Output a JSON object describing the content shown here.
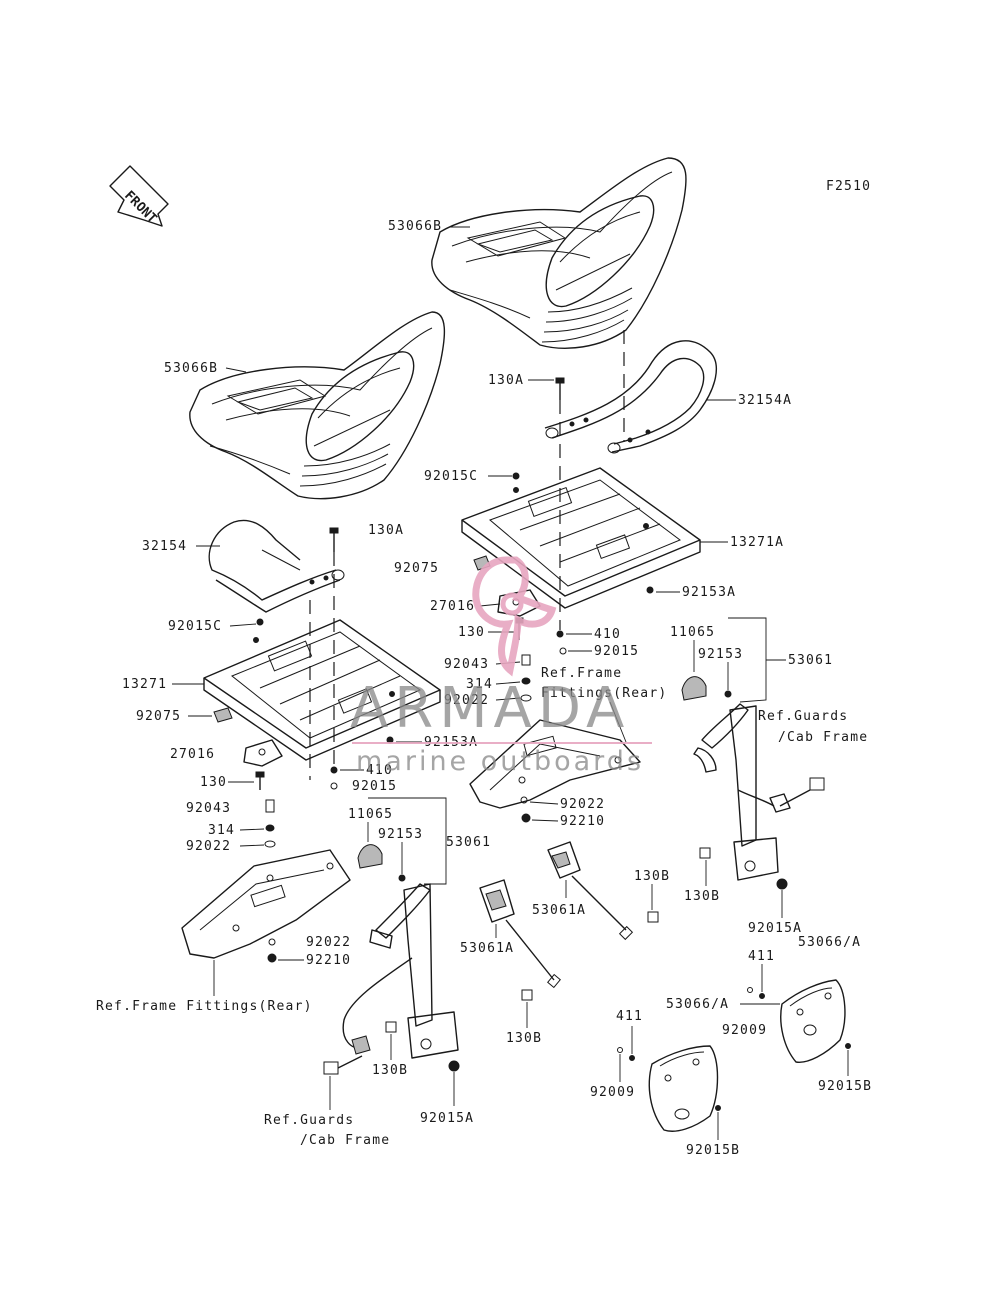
{
  "figure_code": "F2510",
  "front_arrow": "FRONT",
  "watermark": {
    "brand": "ARMADA",
    "tagline": "marine outboards",
    "color": "#e7a6c0"
  },
  "labels": {
    "l_53066B_upper": "53066B",
    "l_53066B_lower": "53066B",
    "l_130A_right": "130A",
    "l_32154A": "32154A",
    "l_92015C_right": "92015C",
    "l_13271A": "13271A",
    "l_130A_left": "130A",
    "l_32154": "32154",
    "l_92075_right": "92075",
    "l_92153A_right": "92153A",
    "l_27016_right": "27016",
    "l_130_right": "130",
    "l_410_right": "410",
    "l_92015_right": "92015",
    "l_11065_right": "11065",
    "l_92153_right": "92153",
    "l_53061_right": "53061",
    "l_92043_right": "92043",
    "l_ref_frame_right_1": "Ref.Frame",
    "l_ref_frame_right_2": "Fittings(Rear)",
    "l_314_right": "314",
    "l_92022_right_top": "92022",
    "l_ref_guards_right_1": "Ref.Guards",
    "l_ref_guards_right_2": "/Cab Frame",
    "l_92015C_left": "92015C",
    "l_13271": "13271",
    "l_92075_left": "92075",
    "l_92153A_left": "92153A",
    "l_27016_left": "27016",
    "l_130_left": "130",
    "l_410_left": "410",
    "l_92015_left": "92015",
    "l_92022_right_bot": "92022",
    "l_92210_right": "92210",
    "l_92043_left": "92043",
    "l_314_left": "314",
    "l_92022_left_top": "92022",
    "l_11065_left": "11065",
    "l_92153_left": "92153",
    "l_53061_left": "53061",
    "l_130B_a": "130B",
    "l_130B_b": "130B",
    "l_53061A_a": "53061A",
    "l_53061A_b": "53061A",
    "l_92015A_right": "92015A",
    "l_53066A_right": "53066/A",
    "l_411_right": "411",
    "l_53066A_left": "53066/A",
    "l_92009_right": "92009",
    "l_92015B_right": "92015B",
    "l_92022_left_bot": "92022",
    "l_92210_left": "92210",
    "l_ref_frame_left": "Ref.Frame Fittings(Rear)",
    "l_130B_c": "130B",
    "l_411_left": "411",
    "l_92009_left": "92009",
    "l_130B_d": "130B",
    "l_ref_guards_left_1": "Ref.Guards",
    "l_ref_guards_left_2": "/Cab Frame",
    "l_92015A_left": "92015A",
    "l_92015B_left": "92015B"
  }
}
